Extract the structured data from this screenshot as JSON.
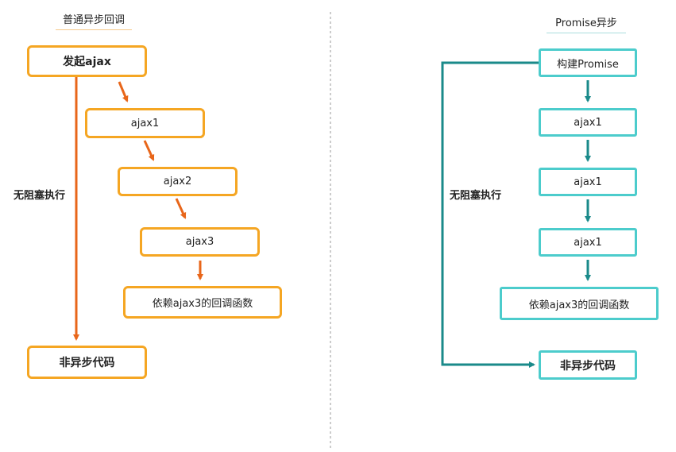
{
  "left": {
    "title": "普通异步回调",
    "start": "发起ajax",
    "step1": "ajax1",
    "step2": "ajax2",
    "step3": "ajax3",
    "callback": "依赖ajax3的回调函数",
    "end": "非异步代码",
    "side_label": "无阻塞执行"
  },
  "right": {
    "title": "Promise异步",
    "start": "构建Promise",
    "step1": "ajax1",
    "step2": "ajax1",
    "step3": "ajax1",
    "callback": "依赖ajax3的回调函数",
    "end": "非异步代码",
    "side_label": "无阻塞执行"
  },
  "colors": {
    "left_border": "#f5a623",
    "left_arrow": "#e8661a",
    "right_border": "#4ccccc",
    "right_arrow": "#1a8a8a",
    "divider": "#999999"
  }
}
